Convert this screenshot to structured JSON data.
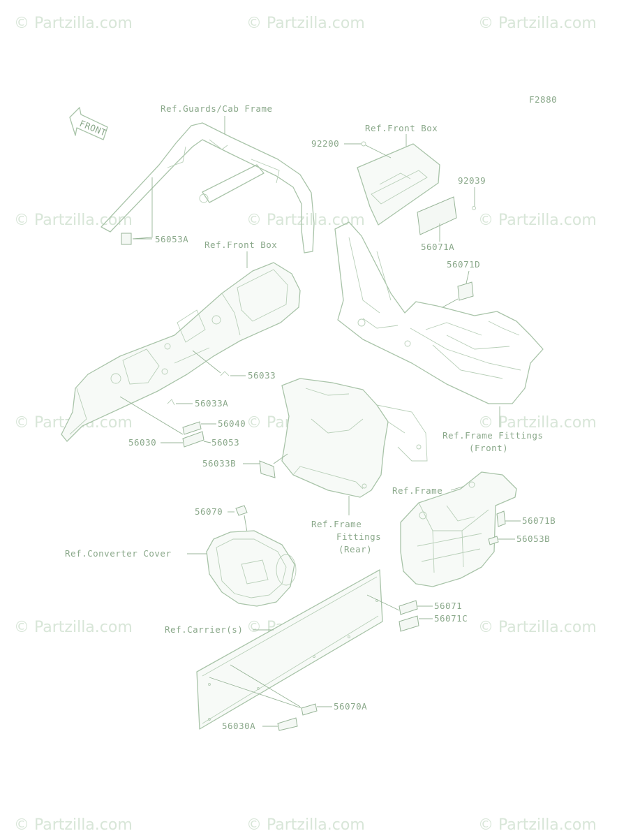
{
  "diagram_code": "F2880",
  "front_arrow": "FRONT",
  "watermark": "© Partzilla.com",
  "references": {
    "guards_cab_frame": "Ref.Guards/Cab Frame",
    "front_box_top": "Ref.Front Box",
    "front_box_mid": "Ref.Front Box",
    "frame_fittings_front_1": "Ref.Frame Fittings",
    "frame_fittings_front_2": "(Front)",
    "frame": "Ref.Frame",
    "frame_fittings_rear_1": "Ref.Frame",
    "frame_fittings_rear_2": "Fittings",
    "frame_fittings_rear_3": "(Rear)",
    "converter_cover": "Ref.Converter Cover",
    "carrier": "Ref.Carrier(s)"
  },
  "parts": {
    "p92200": "92200",
    "p92039": "92039",
    "p56053A": "56053A",
    "p56071A": "56071A",
    "p56071D": "56071D",
    "p56033": "56033",
    "p56033A": "56033A",
    "p56040": "56040",
    "p56030": "56030",
    "p56053": "56053",
    "p56033B": "56033B",
    "p56070": "56070",
    "p56071B": "56071B",
    "p56053B": "56053B",
    "p56071": "56071",
    "p56071C": "56071C",
    "p56070A": "56070A",
    "p56030A": "56030A"
  }
}
